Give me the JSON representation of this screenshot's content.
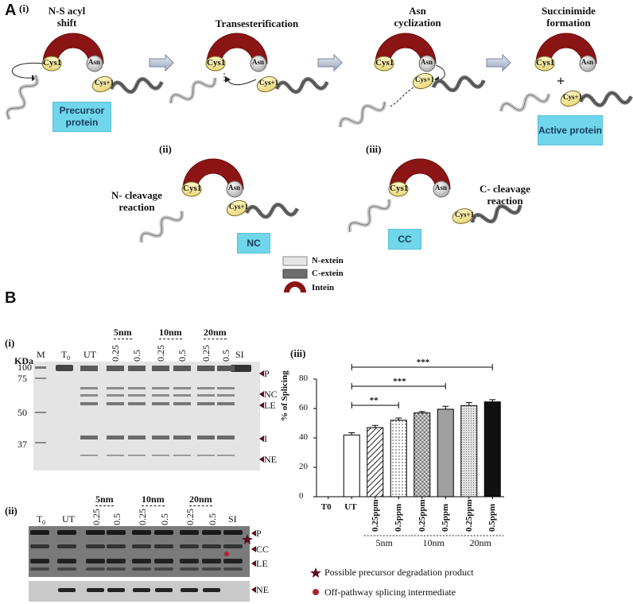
{
  "panel_a": {
    "letter": "A",
    "sub_i": "(i)",
    "sub_ii": "(ii)",
    "sub_iii": "(iii)",
    "steps": [
      "N-S acyl shift",
      "Transesterification",
      "Asn cyclization",
      "Succinimide formation"
    ],
    "labels": {
      "cys1": "Cys1",
      "asn": "Asn",
      "cys_plus1": "Cys+1",
      "plus": "+"
    },
    "precursor_box": "Precursor protein",
    "active_box": "Active protein",
    "n_cleavage": "N- cleavage reaction",
    "c_cleavage": "C- cleavage reaction",
    "nc_box": "NC",
    "cc_box": "CC",
    "legend": {
      "n_extein": "N-extein",
      "c_extein": "C-extein",
      "intein": "Intein"
    }
  },
  "panel_b": {
    "letter": "B",
    "sub_i": "(i)",
    "sub_ii": "(ii)",
    "sub_iii": "(iii)",
    "gel_i": {
      "kda": "KDa",
      "lanes": [
        "M",
        "T0",
        "UT",
        "0.25",
        "0.5",
        "0.25",
        "0.5",
        "0.25",
        "0.5",
        "SI"
      ],
      "groups": [
        "5nm",
        "10nm",
        "20nm"
      ],
      "markers": [
        "100",
        "75",
        "50",
        "37"
      ],
      "bands": [
        "P",
        "NC",
        "LE",
        "I",
        "NE"
      ]
    },
    "gel_ii": {
      "lanes": [
        "T0",
        "UT",
        "0.25",
        "0.5",
        "0.25",
        "0.5",
        "0.25",
        "0.5",
        "SI"
      ],
      "groups": [
        "5nm",
        "10nm",
        "20nm"
      ],
      "bands": [
        "P",
        "CC",
        "LE"
      ],
      "bands_lower": [
        "NE"
      ]
    },
    "legend": {
      "star": "Possible precursor degradation product",
      "dot": "Off-pathway splicing intermediate"
    }
  },
  "chart_data": {
    "type": "bar",
    "title": "",
    "ylabel": "% of Splicing",
    "ylim": [
      0,
      80
    ],
    "yticks": [
      0,
      20,
      40,
      60,
      80
    ],
    "categories": [
      "T0",
      "UT",
      "0.25ppm",
      "0.5ppm",
      "0.25ppm",
      "0.5ppm",
      "0.25ppm",
      "0.5ppm"
    ],
    "groups": [
      {
        "name": "5nm",
        "span": [
          2,
          3
        ]
      },
      {
        "name": "10nm",
        "span": [
          4,
          5
        ]
      },
      {
        "name": "20nm",
        "span": [
          6,
          7
        ]
      }
    ],
    "values": [
      0,
      42,
      47,
      52,
      57,
      59.5,
      62,
      64.5
    ],
    "errors": [
      0,
      1.5,
      1.5,
      1.5,
      1,
      2,
      2,
      1.5
    ],
    "significance": [
      {
        "from": 1,
        "to": 3,
        "label": "**"
      },
      {
        "from": 1,
        "to": 5,
        "label": "***"
      },
      {
        "from": 1,
        "to": 7,
        "label": "***"
      }
    ]
  }
}
